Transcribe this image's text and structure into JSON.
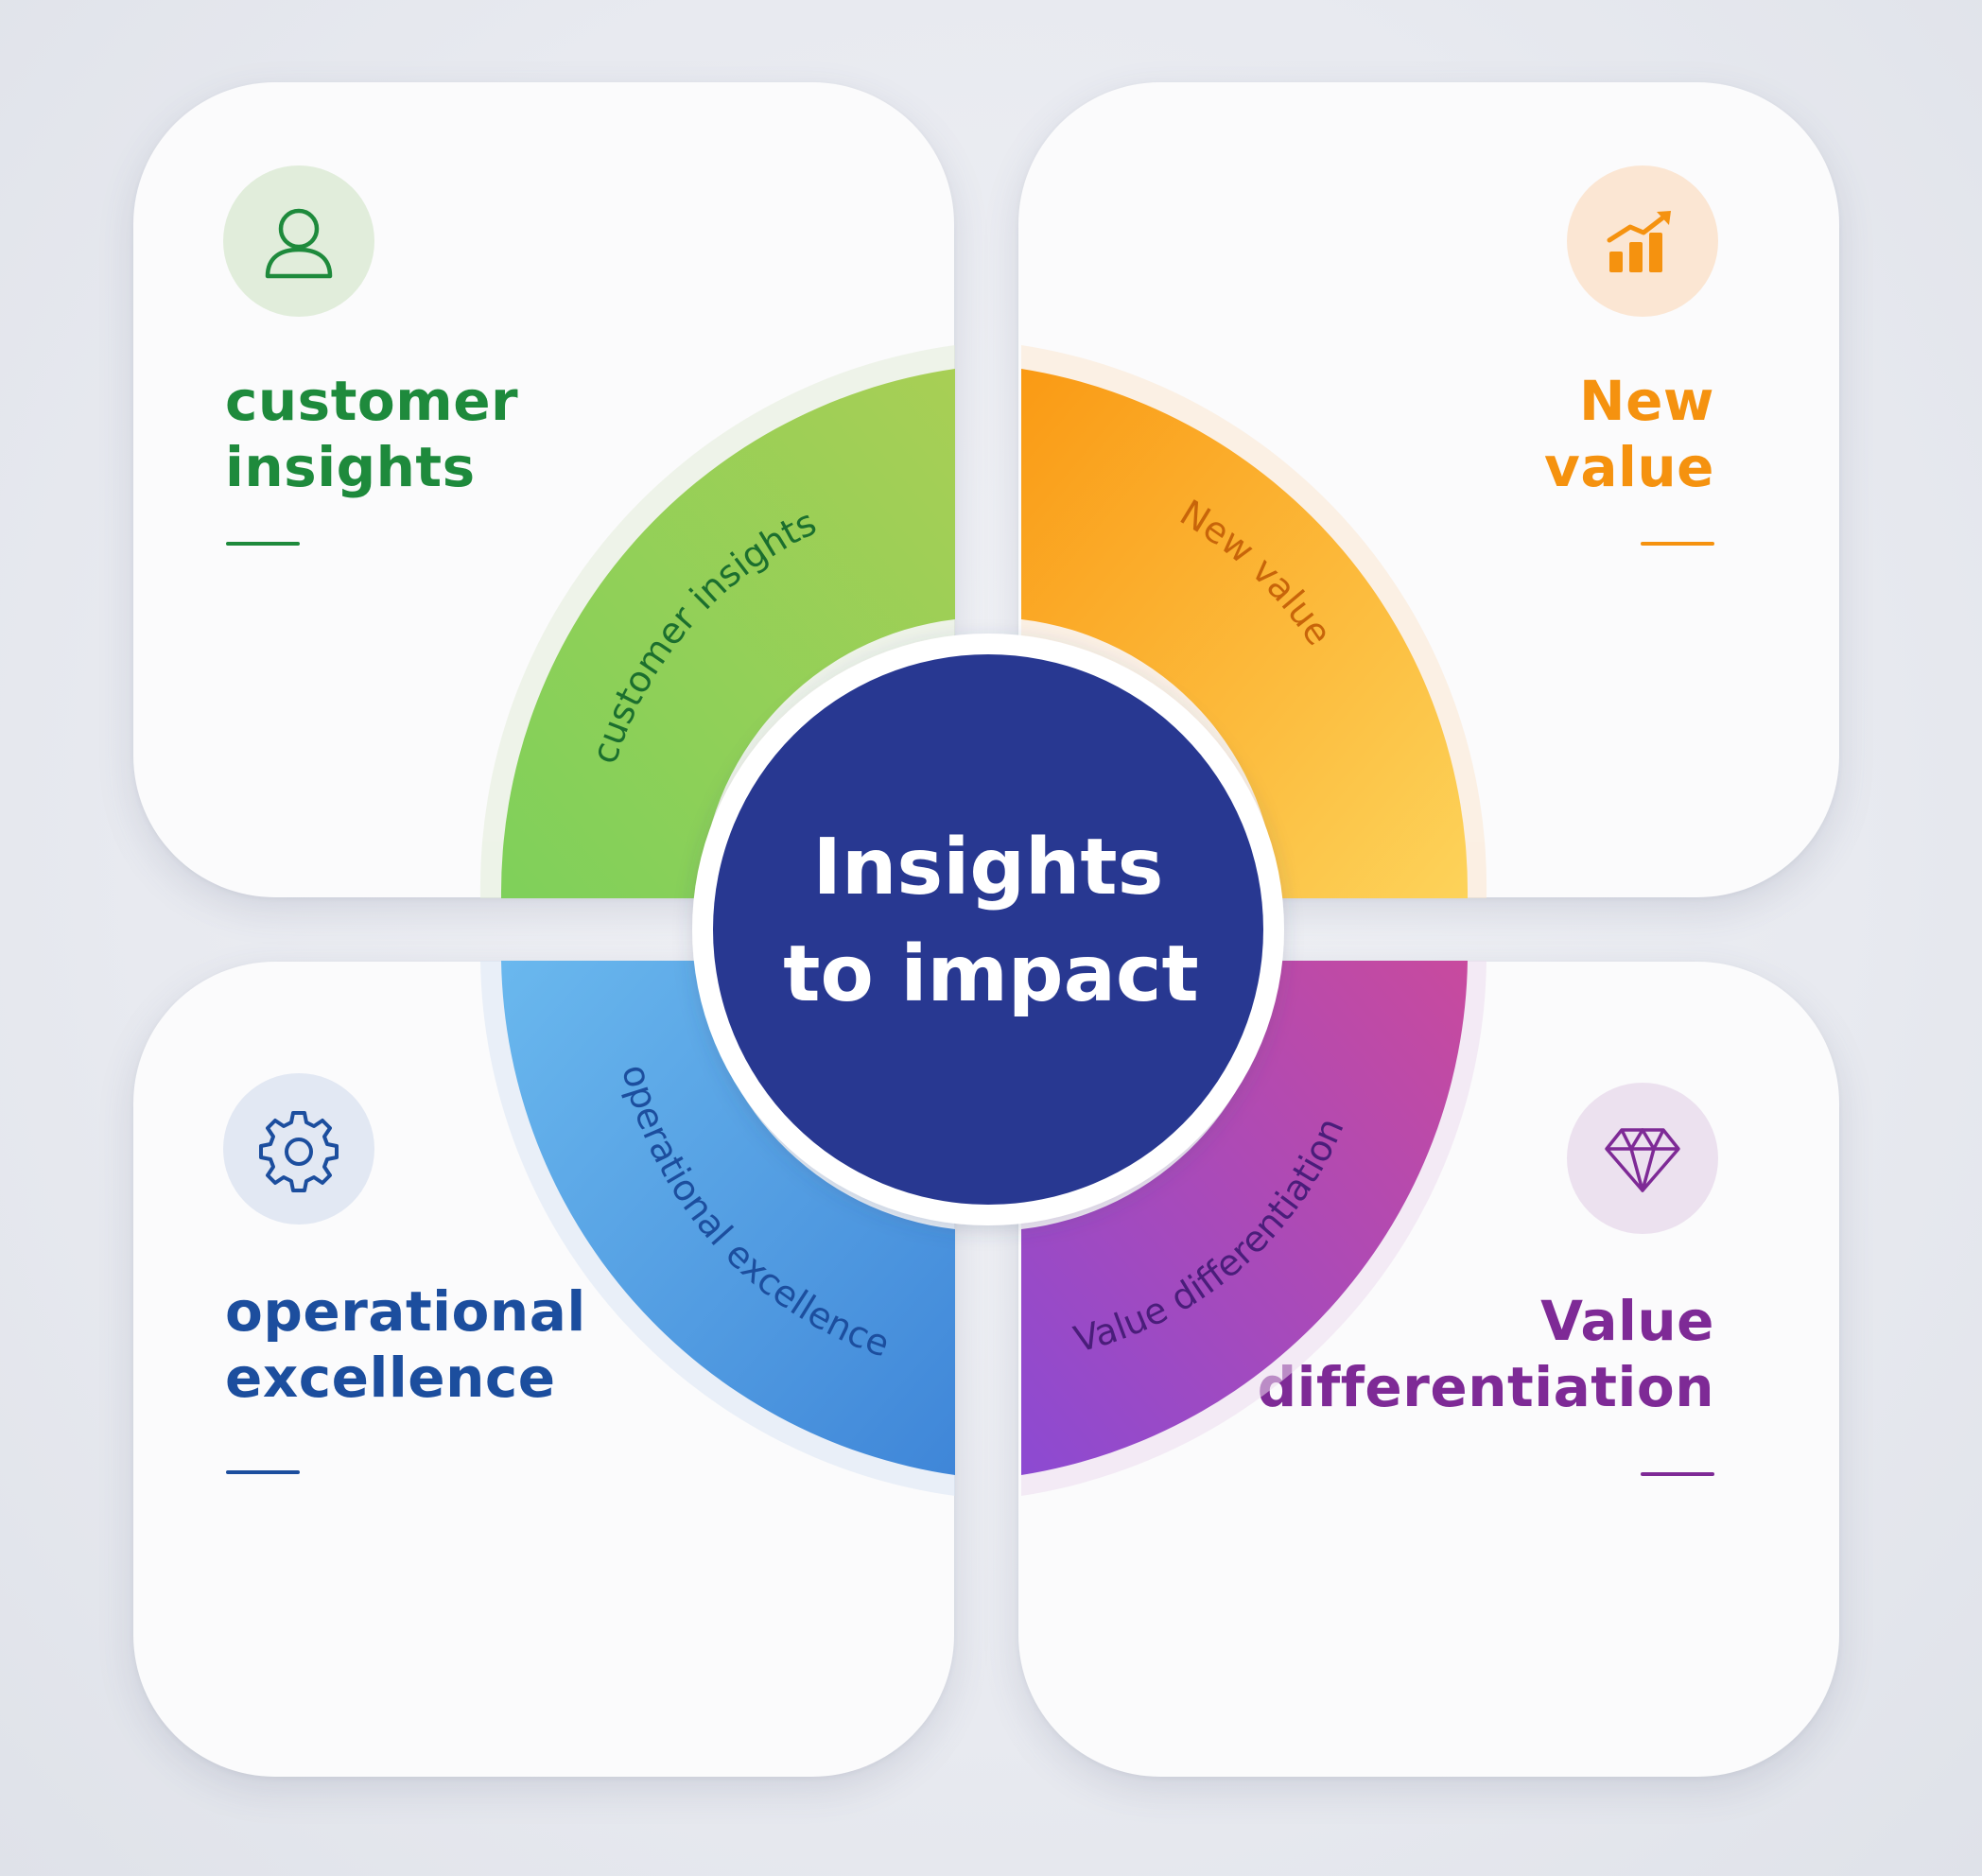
{
  "hub": {
    "line1": "Insights",
    "line2": "to impact",
    "color": "#283891"
  },
  "quadrants": [
    {
      "id": "tl",
      "title_line1": "customer",
      "title_line2": "insights",
      "arc_label": "customer insights",
      "icon": "user-icon",
      "color": "#1e8a3c",
      "arc_colors": [
        "#7fd05a",
        "#a8cf55"
      ]
    },
    {
      "id": "tr",
      "title_line1": "New",
      "title_line2": "value",
      "arc_label": "New value",
      "icon": "growth-chart-icon",
      "color": "#f5920f",
      "arc_colors": [
        "#fa9a14",
        "#fdd35a"
      ]
    },
    {
      "id": "bl",
      "title_line1": "operational",
      "title_line2": "excellence",
      "arc_label": "operational excellence",
      "icon": "gear-icon",
      "color": "#1c4e9e",
      "arc_colors": [
        "#6ab8ee",
        "#3f86d8"
      ]
    },
    {
      "id": "br",
      "title_line1": "Value",
      "title_line2": "differentiation",
      "arc_label": "Value differentiation",
      "icon": "diamond-icon",
      "color": "#7e2a96",
      "arc_colors": [
        "#8c4ad2",
        "#c84a9e"
      ]
    }
  ]
}
